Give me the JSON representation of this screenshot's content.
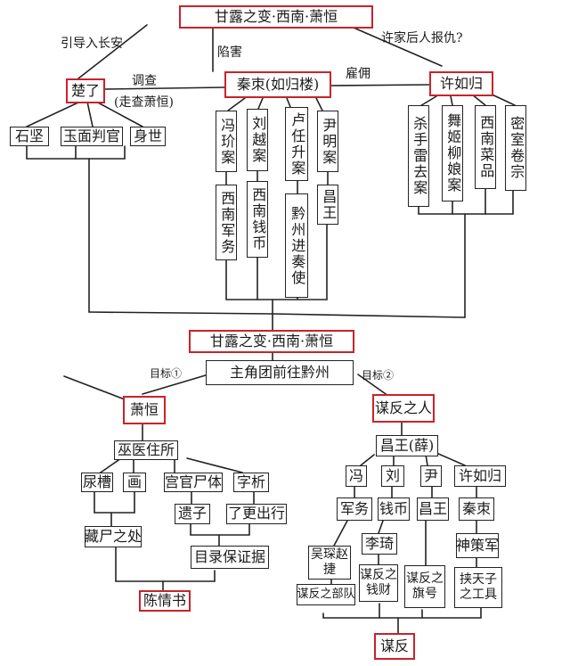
{
  "diagram": {
    "type": "hand-drawn mind map",
    "colors": {
      "ink": "#222222",
      "highlight_border": "#c8232c",
      "background": "#ffffff"
    },
    "top": {
      "root": "甘露之变·西南·萧恒",
      "edges": {
        "to_chu": "引导入长安",
        "to_qin": "陷害",
        "to_xu": "许家后人报仇?",
        "chu_qin_top": "调查",
        "chu_qin_bottom": "(走查萧恒)",
        "qin_xu": "雇佣"
      },
      "chu": {
        "name": "楚了",
        "children": [
          "石坚",
          "玉面判官",
          "身世"
        ]
      },
      "qin": {
        "name": "秦朿(如归楼)",
        "children": [
          {
            "name": "冯玠案",
            "child": "西南军务"
          },
          {
            "name": "刘越案",
            "child": "西南钱币"
          },
          {
            "name": "卢任升案",
            "child": "黔州进奏使"
          },
          {
            "name": "尹明案",
            "child": "昌王"
          }
        ]
      },
      "xu": {
        "name": "许如归",
        "children": [
          "杀手雷去案",
          "舞姬柳娘案",
          "西南菜品",
          "密室卷宗"
        ]
      }
    },
    "bottom": {
      "root": "甘露之变·西南·萧恒",
      "hub": "主角团前往黔州",
      "edges": {
        "left": "目标①",
        "right": "目标②"
      },
      "left": {
        "name": "萧恒",
        "node": "巫医住所",
        "children": [
          "尿槽",
          "画",
          "宫官尸体",
          "字析"
        ],
        "mid": [
          "藏尸之处",
          "遗子",
          "了更出行"
        ],
        "evidence": "目录保证据",
        "result": "陈情书"
      },
      "right": {
        "name": "谋反之人",
        "node": "昌王(薛)",
        "people": [
          "冯",
          "刘",
          "尹",
          "许如归"
        ],
        "level2": [
          "军务",
          "钱币",
          "昌王",
          "秦朿"
        ],
        "level3": [
          "吴琛赵捷",
          "李琦",
          "神策军"
        ],
        "level4": [
          "谋反之部队",
          "谋反之钱财",
          "谋反之旗号",
          "挟天子之工具"
        ],
        "result": "谋反"
      }
    }
  }
}
